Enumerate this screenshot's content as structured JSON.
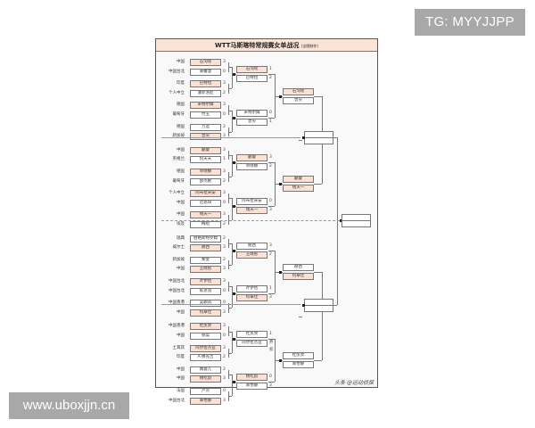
{
  "watermarks": {
    "top_right": "TG: MYYJJPP",
    "bottom_left": "www.uboxjjn.cn"
  },
  "document": {
    "title": "WTT马斯喀特常规赛女单战况",
    "title_note": "(全图制作)",
    "credit": "头条 @运动侦探"
  },
  "bracket": {
    "round1": [
      {
        "country": "中国",
        "name": "石洵瑶",
        "score": "3",
        "win": true
      },
      {
        "country": "中国台北",
        "name": "黄馨慧",
        "score": "0",
        "win": false
      },
      {
        "country": "印度",
        "name": "巴特拉",
        "score": "3",
        "win": true
      },
      {
        "country": "个人中立",
        "name": "潘菲洛娃",
        "score": "2",
        "win": false
      },
      {
        "country": "德国",
        "name": "米特尔姆",
        "score": "3",
        "win": true
      },
      {
        "country": "葡萄牙",
        "name": "付玉",
        "score": "0",
        "win": false
      },
      {
        "country": "德国",
        "name": "万远",
        "score": "2",
        "win": false
      },
      {
        "country": "新加坡",
        "name": "曾尖",
        "score": "3",
        "win": true
      },
      {
        "country": "中国",
        "name": "蒯曼",
        "score": "3",
        "win": true
      },
      {
        "country": "英格兰",
        "name": "何天天",
        "score": "1",
        "win": false
      },
      {
        "country": "德国",
        "name": "单晓娜",
        "score": "3",
        "win": true
      },
      {
        "country": "葡萄牙",
        "name": "邵杰妮",
        "score": "2",
        "win": false
      },
      {
        "country": "个人中立",
        "name": "阿布拉米安",
        "score": "3",
        "win": true
      },
      {
        "country": "中国",
        "name": "范思琦",
        "score": "0",
        "win": false
      },
      {
        "country": "中国",
        "name": "钱天一",
        "score": "3",
        "win": true
      },
      {
        "country": "埃及",
        "name": "梅绍",
        "score": "2",
        "win": false
      },
      {
        "country": "瑞典",
        "name": "伯格斯特罗姆",
        "score": "2",
        "win": false
      },
      {
        "country": "威尔士",
        "name": "赫西",
        "score": "3",
        "win": true
      },
      {
        "country": "新加坡",
        "name": "黎雯",
        "score": "2",
        "win": false
      },
      {
        "country": "中国",
        "name": "王晓彤",
        "score": "3",
        "win": true
      },
      {
        "country": "中国台北",
        "name": "叶伊恬",
        "score": "3",
        "win": true
      },
      {
        "country": "中国台北",
        "name": "陈思羽",
        "score": "0",
        "win": false
      },
      {
        "country": "中国香港",
        "name": "吴颖岚",
        "score": "0",
        "win": false
      },
      {
        "country": "中国",
        "name": "何卓佳",
        "score": "3",
        "win": true
      },
      {
        "country": "中国香港",
        "name": "杜凯琹",
        "score": "3",
        "win": true
      },
      {
        "country": "中国",
        "name": "徐奕",
        "score": "0",
        "win": false
      },
      {
        "country": "土耳其",
        "name": "阿尔拉杰亚",
        "score": "3",
        "win": true
      },
      {
        "country": "印度",
        "name": "A·穆克吉",
        "score": "2",
        "win": false
      },
      {
        "country": "中国",
        "name": "魏曼儿",
        "score": "2",
        "win": false
      },
      {
        "country": "中国",
        "name": "杨屹韵",
        "score": "3",
        "win": true
      },
      {
        "country": "法国",
        "name": "卢茨",
        "score": "0",
        "win": false
      },
      {
        "country": "中国台北",
        "name": "郑怡静",
        "score": "3",
        "win": true
      }
    ],
    "round2": [
      {
        "name": "石洵瑶",
        "score": "1",
        "win": true
      },
      {
        "name": "巴特拉",
        "score": "2",
        "win": false
      },
      {
        "name": "米特尔姆",
        "score": "0",
        "win": false
      },
      {
        "name": "曾尖",
        "score": "1",
        "win": false
      },
      {
        "name": "蒯曼",
        "score": "3",
        "win": true
      },
      {
        "name": "单晓娜",
        "score": "2",
        "win": false
      },
      {
        "name": "阿布拉米安",
        "score": "0",
        "win": false
      },
      {
        "name": "钱天一",
        "score": "3",
        "win": true
      },
      {
        "name": "赫西",
        "score": "3",
        "win": false
      },
      {
        "name": "王晓彤",
        "score": "2",
        "win": true
      },
      {
        "name": "叶伊恬",
        "score": "1",
        "win": false
      },
      {
        "name": "何卓佳",
        "score": "3",
        "win": true
      },
      {
        "name": "杜凯琹",
        "score": "1",
        "win": false
      },
      {
        "name": "阿尔拉杰亚",
        "score": "弃权",
        "win": false
      },
      {
        "name": "杨屹韵",
        "score": "0",
        "win": true
      },
      {
        "name": "郑怡静",
        "score": "3",
        "win": false
      }
    ],
    "quarterfinals": [
      {
        "name": "石洵瑶",
        "win": true
      },
      {
        "name": "曾尖",
        "win": false
      },
      {
        "name": "蒯曼",
        "win": true
      },
      {
        "name": "钱天一",
        "win": true
      },
      {
        "name": "赫西",
        "win": false
      },
      {
        "name": "何卓佳",
        "win": true
      },
      {
        "name": "杜凯琹",
        "win": false
      },
      {
        "name": "郑怡静",
        "win": false
      }
    ],
    "semifinals": [
      {
        "name": "",
        "win": false
      },
      {
        "name": "",
        "win": false
      },
      {
        "name": "",
        "win": false
      },
      {
        "name": "",
        "win": false
      }
    ],
    "final": [
      {
        "name": "",
        "win": false
      },
      {
        "name": "",
        "win": false
      }
    ]
  }
}
